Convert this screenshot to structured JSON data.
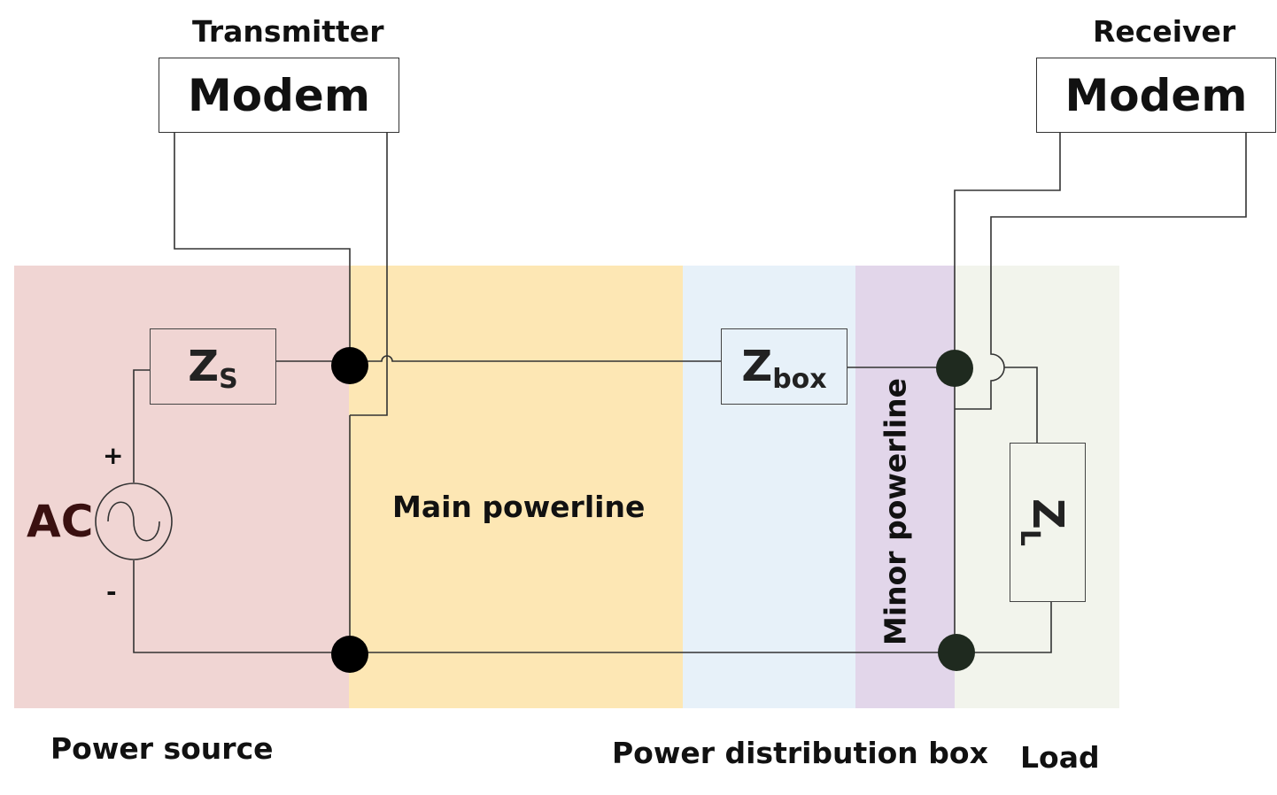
{
  "transmitter": {
    "title": "Transmitter",
    "device": "Modem"
  },
  "receiver": {
    "title": "Receiver",
    "device": "Modem"
  },
  "source": {
    "ac_label": "AC",
    "plus": "+",
    "minus": "-"
  },
  "impedances": {
    "zs_main": "Z",
    "zs_sub": "S",
    "zbox_main": "Z",
    "zbox_sub": "box",
    "zl_main": "Z",
    "zl_sub": "L"
  },
  "regions": {
    "main_powerline": "Main powerline",
    "minor_powerline": "Minor powerline"
  },
  "bottom_labels": {
    "power_source": "Power source",
    "distribution_box": "Power distribution box",
    "load": "Load"
  },
  "colors": {
    "power_source": "#f0d5d3",
    "main_powerline": "#fde7b4",
    "distribution_box": "#e7f1f9",
    "minor_powerline": "#e2d6ea",
    "load": "#f2f4ec",
    "wire": "#333333",
    "node": "#000000"
  }
}
